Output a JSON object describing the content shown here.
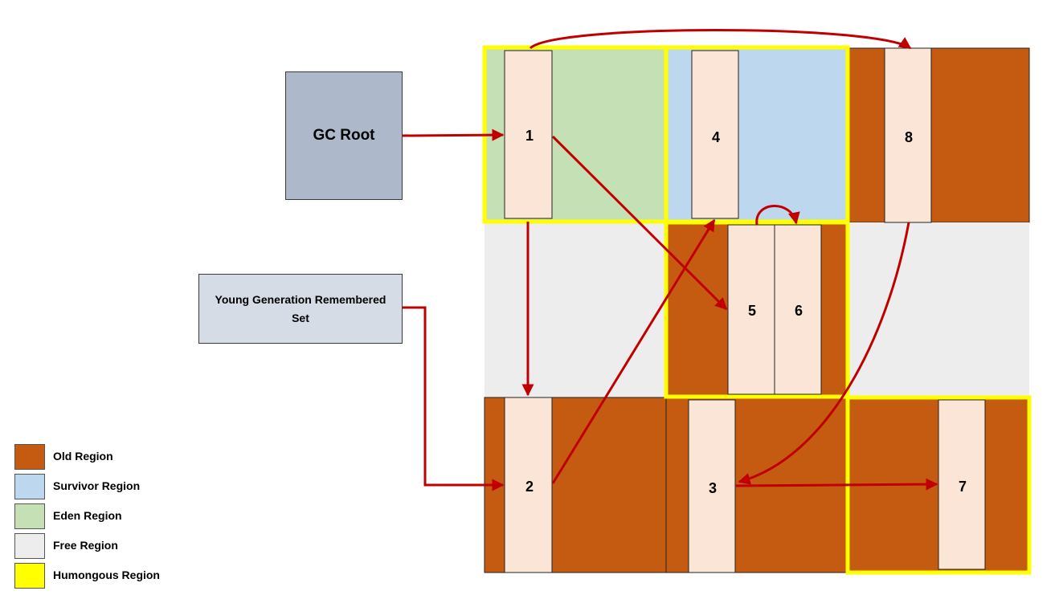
{
  "gc_root": {
    "label": "GC Root"
  },
  "remembered_set": {
    "label": "Young Generation Remembered Set"
  },
  "colors": {
    "old": "#c55a11",
    "survivor": "#bdd7ee",
    "eden": "#c5e0b4",
    "free": "#ededed",
    "humongous": "#ffff00",
    "object": "#fbe5d6",
    "arrow": "#c00000"
  },
  "objects": [
    {
      "id": "obj-1",
      "label": "1"
    },
    {
      "id": "obj-2",
      "label": "2"
    },
    {
      "id": "obj-3",
      "label": "3"
    },
    {
      "id": "obj-4",
      "label": "4"
    },
    {
      "id": "obj-5",
      "label": "5"
    },
    {
      "id": "obj-6",
      "label": "6"
    },
    {
      "id": "obj-7",
      "label": "7"
    },
    {
      "id": "obj-8",
      "label": "8"
    }
  ],
  "legend": [
    {
      "label": "Old Region",
      "color": "#c55a11"
    },
    {
      "label": "Survivor Region",
      "color": "#bdd7ee"
    },
    {
      "label": "Eden Region",
      "color": "#c5e0b4"
    },
    {
      "label": "Free Region",
      "color": "#ededed"
    },
    {
      "label": "Humongous Region",
      "color": "#ffff00"
    }
  ]
}
